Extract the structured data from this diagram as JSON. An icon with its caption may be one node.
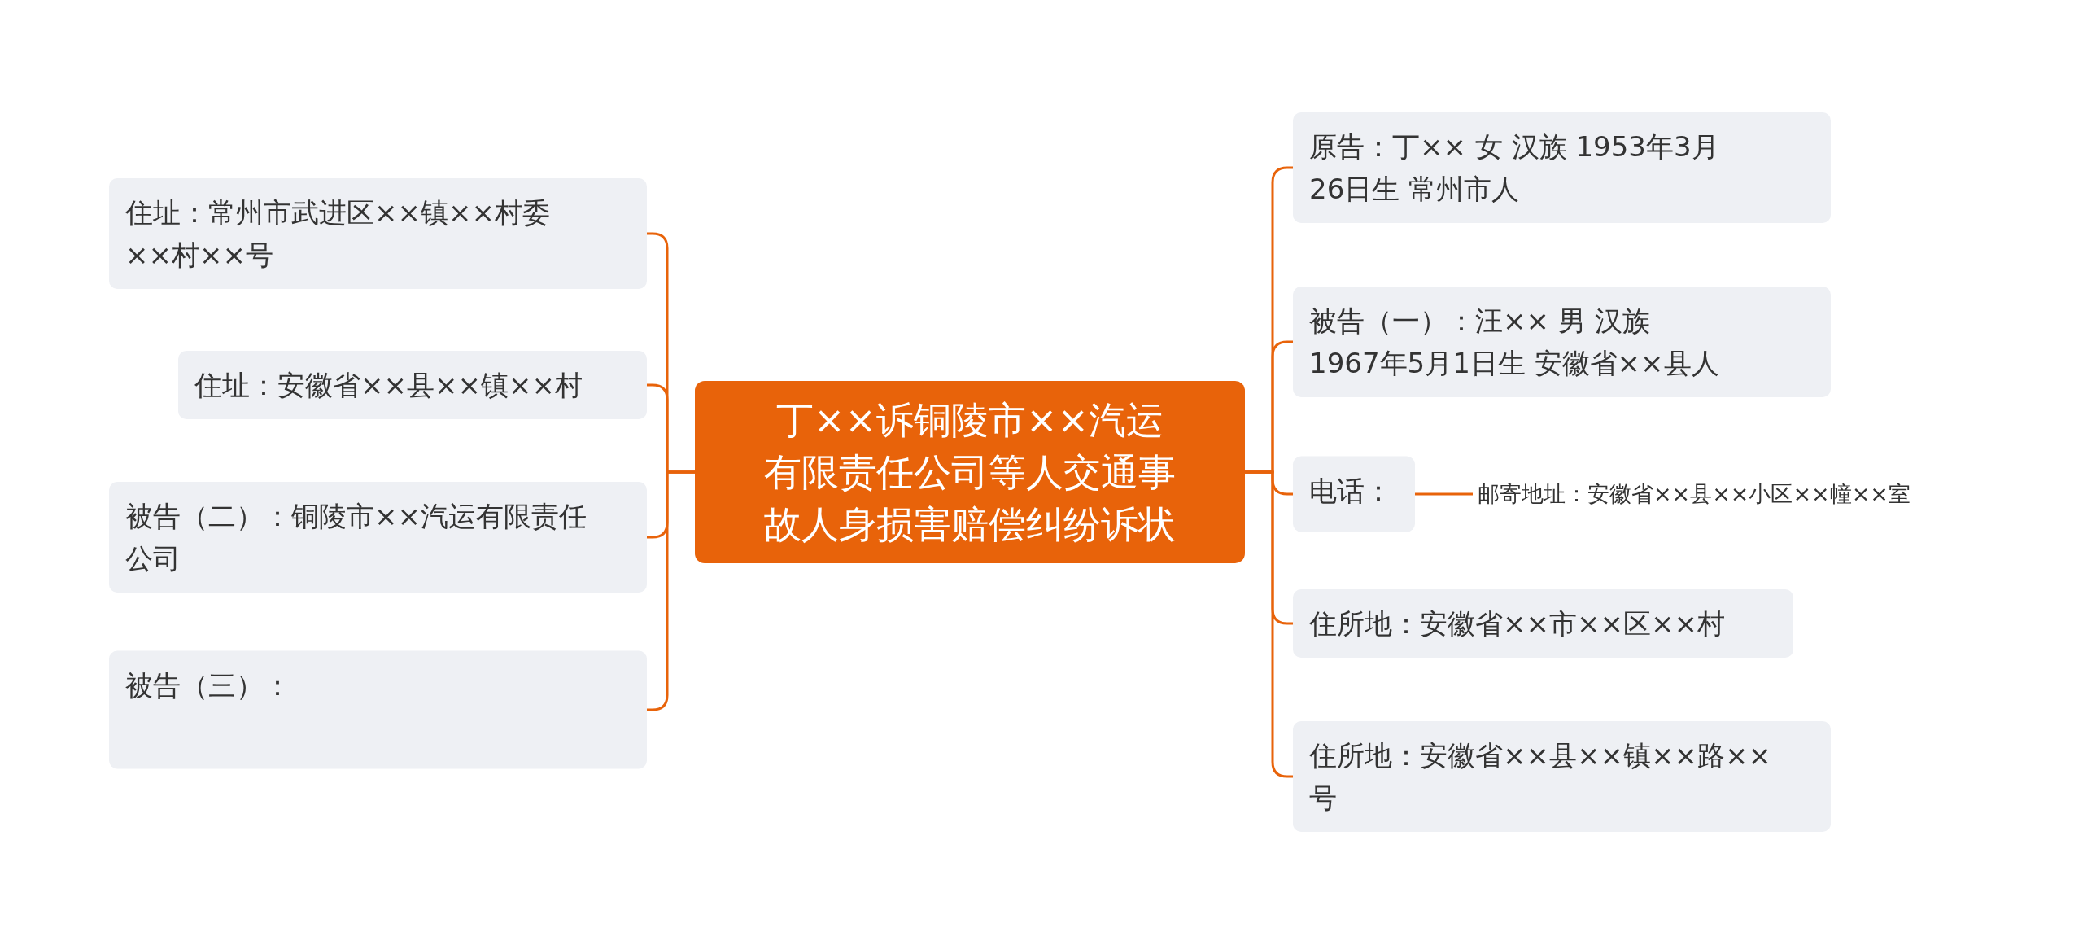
{
  "diagram": {
    "nodes": [
      {
        "text": [
          "丁××诉铜陵市××汽运有限责任公司等人交通事故人身损害赔偿纠纷诉状"
        ]
      },
      {
        "text": [
          "住址：常州市武进区××镇××村委××村××号"
        ]
      },
      {
        "text": [
          "住址：安徽省××县××镇××村"
        ]
      },
      {
        "text": [
          "被告（二）：铜陵市××汽运有限责任公司"
        ]
      },
      {
        "text": [
          "被告（三）："
        ]
      },
      {
        "text": [
          "原告：丁×× 女 汉族 1953年3月26日生 常州市人"
        ]
      },
      {
        "text": [
          "被告（一）：汪×× 男 汉族 1967年5月1日生 安徽省××县人"
        ]
      },
      {
        "text": [
          "电话："
        ]
      },
      {
        "text": [
          "邮寄地址：安徽省××县××小区××幢××室"
        ]
      },
      {
        "text": [
          "住所地：安徽省××市××区××村"
        ]
      },
      {
        "text": [
          "住所地：安徽省××县××镇××路××号"
        ]
      }
    ],
    "edges": [
      {
        "from": 0,
        "to": 1,
        "arrow": "none"
      },
      {
        "from": 0,
        "to": 2,
        "arrow": "none"
      },
      {
        "from": 0,
        "to": 3,
        "arrow": "none"
      },
      {
        "from": 0,
        "to": 4,
        "arrow": "none"
      },
      {
        "from": 0,
        "to": 5,
        "arrow": "none"
      },
      {
        "from": 0,
        "to": 6,
        "arrow": "none"
      },
      {
        "from": 0,
        "to": 7,
        "arrow": "none"
      },
      {
        "from": 0,
        "to": 9,
        "arrow": "none"
      },
      {
        "from": 0,
        "to": 10,
        "arrow": "none"
      },
      {
        "from": 7,
        "to": 8,
        "arrow": "none"
      }
    ]
  }
}
